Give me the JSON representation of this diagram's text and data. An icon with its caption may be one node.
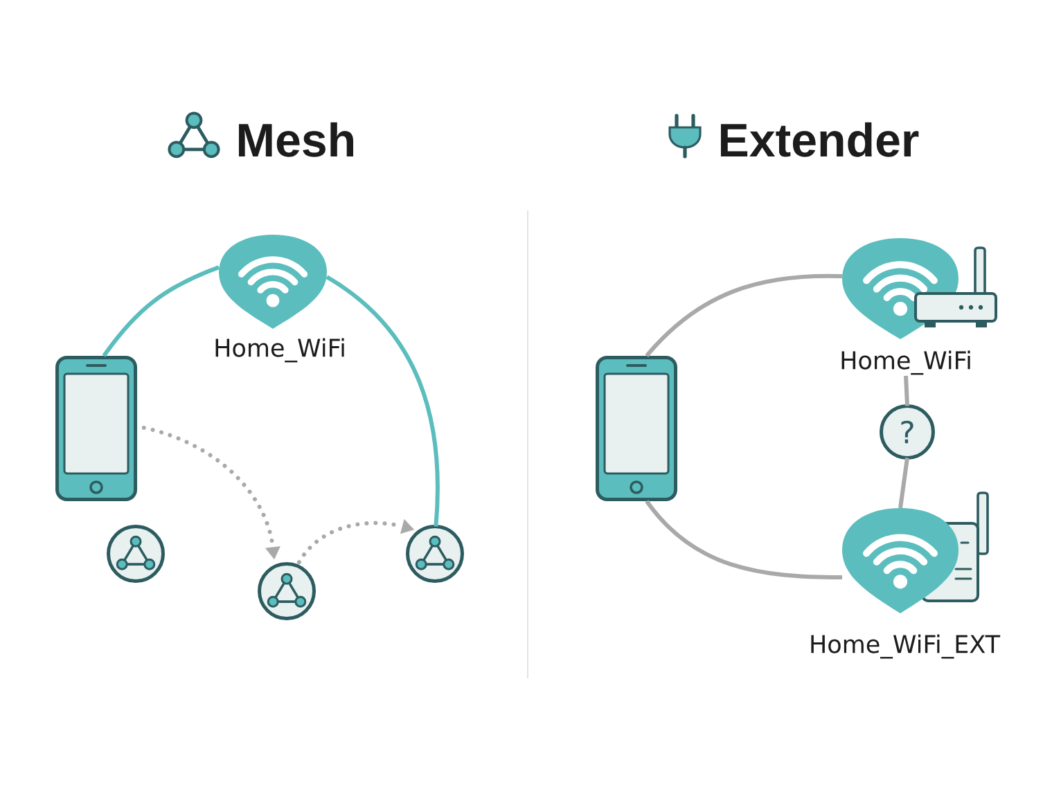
{
  "diagram": {
    "nodes": [
      {
        "text": [],
        "shape": "phone"
      },
      {
        "text": [
          "Home_WiFi"
        ]
      },
      {
        "text": [],
        "shape": "circle"
      },
      {
        "text": [],
        "shape": "circle"
      },
      {
        "text": [],
        "shape": "circle"
      },
      {
        "text": [],
        "shape": "phone"
      },
      {
        "text": [
          "Home_WiFi"
        ]
      },
      {
        "text": [
          "?"
        ]
      },
      {
        "text": [
          "Home_WiFi_EXT"
        ]
      }
    ],
    "edges": [
      {
        "from": 0,
        "to": 1,
        "arrow": "none",
        "color": "#5bbdbd"
      },
      {
        "from": 1,
        "to": 4,
        "arrow": "none",
        "color": "#5bbdbd"
      },
      {
        "from": 0,
        "to": 3,
        "arrow": "to",
        "style": "dashed"
      },
      {
        "from": 3,
        "to": 4,
        "arrow": "to",
        "style": "dashed"
      },
      {
        "from": 5,
        "to": 6,
        "arrow": "none"
      },
      {
        "from": 5,
        "to": 8,
        "arrow": "none"
      },
      {
        "from": 6,
        "to": 7,
        "arrow": "none"
      },
      {
        "from": 7,
        "to": 8,
        "arrow": "none"
      }
    ],
    "labels": [
      "Mesh",
      "Extender"
    ]
  }
}
